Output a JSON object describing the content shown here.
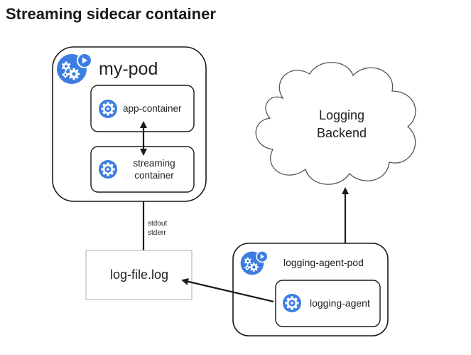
{
  "title": "Streaming sidecar container",
  "my_pod": {
    "label": "my-pod",
    "icon": "pod-gears-icon"
  },
  "app_container": {
    "label": "app-container",
    "icon": "container-gear-icon"
  },
  "streaming_container": {
    "label_line1": "streaming",
    "label_line2": "container",
    "icon": "container-gear-icon"
  },
  "stream_labels": {
    "line1": "stdout",
    "line2": "stderr"
  },
  "log_file": {
    "label": "log-file.log"
  },
  "logging_backend": {
    "label_line1": "Logging",
    "label_line2": "Backend"
  },
  "logging_agent_pod": {
    "label": "logging-agent-pod",
    "icon": "pod-gears-icon"
  },
  "logging_agent": {
    "label": "logging-agent",
    "icon": "container-gear-icon"
  },
  "colors": {
    "kube_blue": "#3b7de0",
    "stroke": "#1a1a1a",
    "box_border": "#bbbbbb"
  }
}
